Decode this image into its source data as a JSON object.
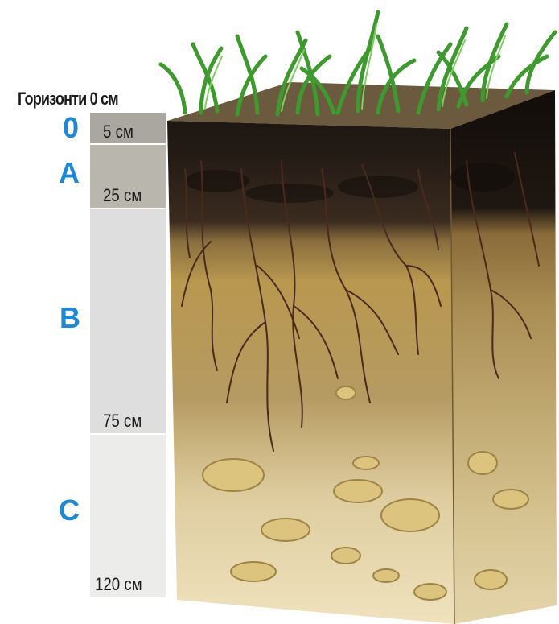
{
  "title": "Горизонти 0 см",
  "horizons": [
    {
      "letter": "0",
      "depth": "5 см"
    },
    {
      "letter": "A",
      "depth": "25 см"
    },
    {
      "letter": "B",
      "depth": "75 см"
    },
    {
      "letter": "C",
      "depth": "120 см"
    }
  ],
  "colors": {
    "letter": "#1e88d4",
    "band_0": "#a9a79f",
    "band_A": "#b9b6ae",
    "band_B": "#dedede",
    "band_C": "#ececeb",
    "humus": "#2a1f18",
    "subsoil": "#b79a5a",
    "parent": "#e6d6a8",
    "grass": "#4cae3a"
  }
}
